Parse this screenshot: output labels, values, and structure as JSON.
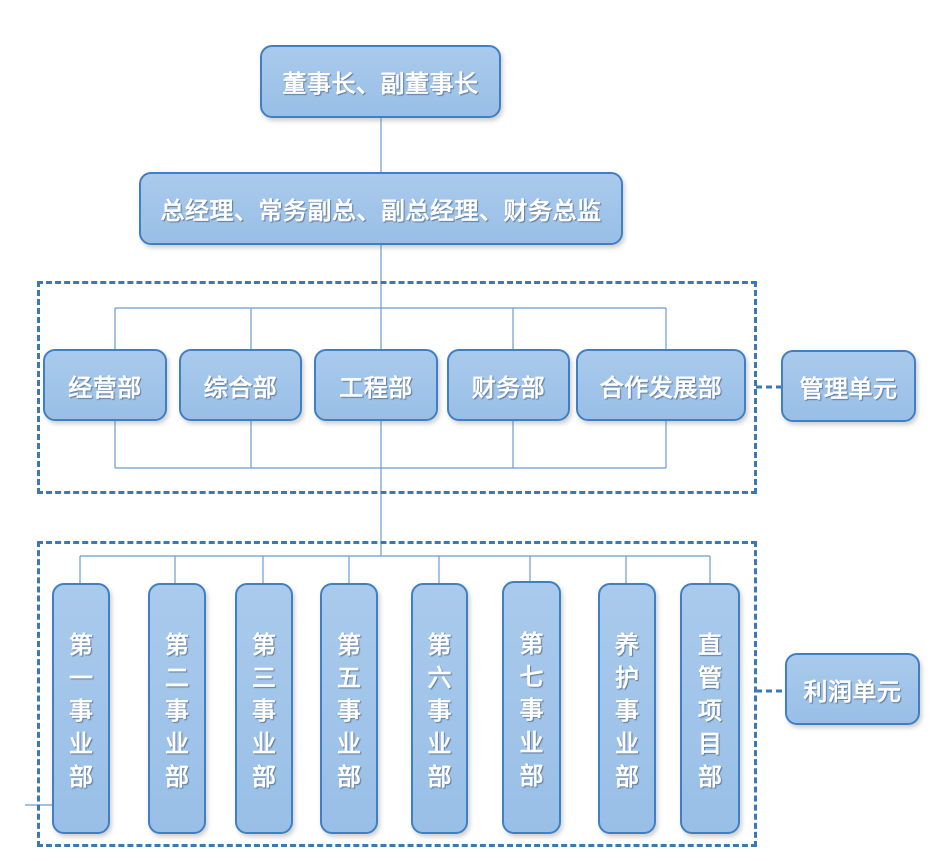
{
  "top": {
    "label": "董事长、副董事长"
  },
  "executive": {
    "label": "总经理、常务副总、副总经理、财务总监"
  },
  "management": {
    "group_label": "管理单元",
    "departments": [
      "经营部",
      "综合部",
      "工程部",
      "财务部",
      "合作发展部"
    ]
  },
  "profit": {
    "group_label": "利润单元",
    "units": [
      [
        "第",
        "一",
        "事",
        "业",
        "部"
      ],
      [
        "第",
        "二",
        "事",
        "业",
        "部"
      ],
      [
        "第",
        "三",
        "事",
        "业",
        "部"
      ],
      [
        "第",
        "五",
        "事",
        "业",
        "部"
      ],
      [
        "第",
        "六",
        "事",
        "业",
        "部"
      ],
      [
        "第",
        "七",
        "事",
        "业",
        "部"
      ],
      [
        "养",
        "护",
        "事",
        "业",
        "部"
      ],
      [
        "直",
        "管",
        "项",
        "目",
        "部"
      ]
    ]
  },
  "colors": {
    "box_fill": "#a3c6eb",
    "box_border": "#3f7fc3",
    "dashed_border": "#3e78b3",
    "connector": "#6a9ccc"
  }
}
